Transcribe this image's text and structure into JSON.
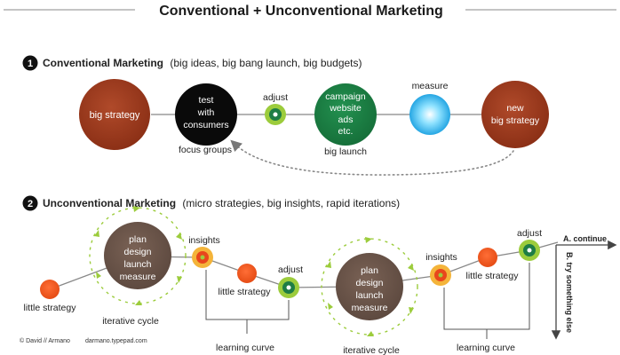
{
  "title": "Conventional + Unconventional Marketing",
  "section1": {
    "number": "1",
    "heading": "Conventional Marketing",
    "subheading": "(big ideas, big bang launch, big budgets)",
    "big_strategy": "big strategy",
    "test_lines": [
      "test",
      "with",
      "consumers"
    ],
    "focus_groups": "focus groups",
    "adjust": "adjust",
    "campaign_lines": [
      "campaign",
      "website",
      "ads",
      "etc."
    ],
    "big_launch": "big launch",
    "measure": "measure",
    "new_strategy_lines": [
      "new",
      "big strategy"
    ]
  },
  "section2": {
    "number": "2",
    "heading": "Unconventional Marketing",
    "subheading": "(micro strategies, big insights, rapid iterations)",
    "little_strategy": "little strategy",
    "cycle_lines": [
      "plan",
      "design",
      "launch",
      "measure"
    ],
    "iterative_cycle": "iterative cycle",
    "insights": "insights",
    "adjust": "adjust",
    "learning_curve": "learning curve",
    "continue_label": "A. continue",
    "try_label": "B. try something else"
  },
  "footer": {
    "credit": "© David // Armano",
    "site": "darmano.typepad.com"
  },
  "colors": {
    "dark_red": "#9a3a1f",
    "black": "#0a0a0a",
    "green": "#1e7d45",
    "light_blue": "#4fc6f3",
    "orange": "#f25a22",
    "cycle_brown": "#6b5449",
    "lime": "#9ccc3c",
    "gold": "#f4b43a",
    "line_gray": "#8a8a8a"
  }
}
